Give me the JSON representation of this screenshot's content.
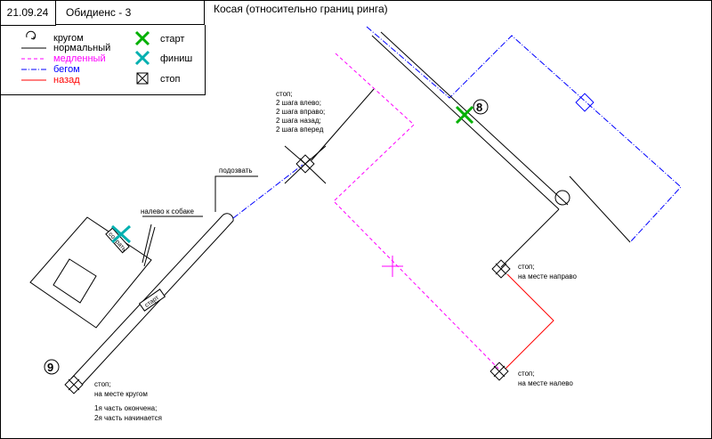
{
  "header": {
    "date": "21.09.24",
    "sheet": "Обидиенс - 3",
    "title": "Косая (относительно границ ринга)"
  },
  "legend": {
    "items": [
      {
        "label": "кругом",
        "icon": "turn-around-icon",
        "color": "#000000"
      },
      {
        "label": "нормальный",
        "icon": "solid-line",
        "color": "#000000"
      },
      {
        "label": "медленный",
        "icon": "dashed-line",
        "color": "#ff00ff"
      },
      {
        "label": "бегом",
        "icon": "dash-dot-line",
        "color": "#0000ff"
      },
      {
        "label": "назад",
        "icon": "thin-line",
        "color": "#ff0000"
      },
      {
        "label": "старт",
        "icon": "green-x-icon",
        "color": "#00b000"
      },
      {
        "label": "финиш",
        "icon": "teal-x-icon",
        "color": "#00a0a0"
      },
      {
        "label": "стоп",
        "icon": "stop-box-icon",
        "color": "#000000"
      }
    ]
  },
  "labels": {
    "stop_multi": [
      "стоп;",
      "2 шага влево;",
      "2 шага вправо;",
      "2 шага назад;",
      "2 шага вперед"
    ],
    "podozvat": "подозвать",
    "nalevo_k_sobake": "налево к собаке",
    "sobrat": "собрать",
    "start_box": "старт",
    "stop_right": [
      "стоп;",
      "на месте направо"
    ],
    "stop_left": [
      "стоп;",
      "на месте налево"
    ],
    "stop_around": [
      "стоп;",
      "на месте кругом"
    ],
    "part_end": [
      "1я часть окончена;",
      "2я часть начинается"
    ],
    "num_8": "8",
    "num_9": "9"
  }
}
